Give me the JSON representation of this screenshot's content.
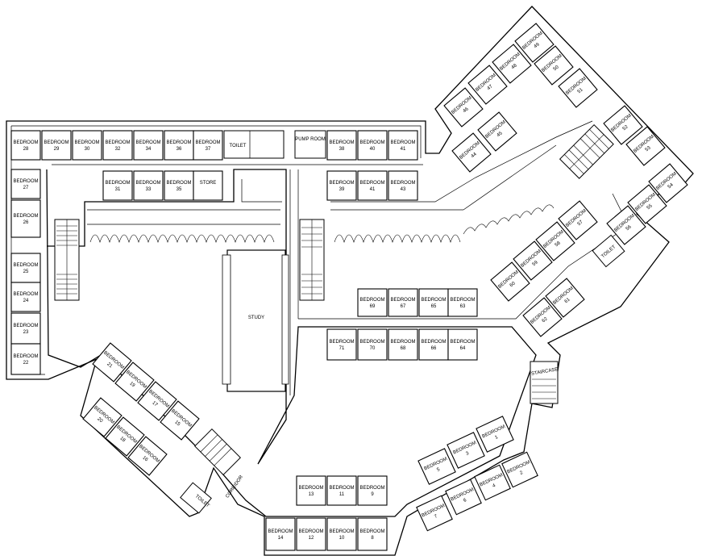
{
  "plan": {
    "room_word": "BEDROOM",
    "labels": {
      "toilet": "TOILET",
      "pump_room": "PUMP ROOM",
      "store": "STORE",
      "study": "STUDY",
      "staircase": "STAIRCASE",
      "corridor": "CORRIDOR"
    },
    "rooms": [
      {
        "n": "28"
      },
      {
        "n": "29"
      },
      {
        "n": "30"
      },
      {
        "n": "32"
      },
      {
        "n": "34"
      },
      {
        "n": "36"
      },
      {
        "n": "37"
      },
      {
        "n": "38"
      },
      {
        "n": "40"
      },
      {
        "n": "41"
      },
      {
        "n": "31"
      },
      {
        "n": "33"
      },
      {
        "n": "35"
      },
      {
        "n": "39"
      },
      {
        "n": "41"
      },
      {
        "n": "43"
      },
      {
        "n": "27"
      },
      {
        "n": "26"
      },
      {
        "n": "25"
      },
      {
        "n": "24"
      },
      {
        "n": "23"
      },
      {
        "n": "22"
      },
      {
        "n": "69"
      },
      {
        "n": "67"
      },
      {
        "n": "65"
      },
      {
        "n": "63"
      },
      {
        "n": "71"
      },
      {
        "n": "70"
      },
      {
        "n": "68"
      },
      {
        "n": "66"
      },
      {
        "n": "64"
      },
      {
        "n": "13"
      },
      {
        "n": "11"
      },
      {
        "n": "9"
      },
      {
        "n": "14"
      },
      {
        "n": "12"
      },
      {
        "n": "10"
      },
      {
        "n": "8"
      },
      {
        "n": "21"
      },
      {
        "n": "19"
      },
      {
        "n": "17"
      },
      {
        "n": "15"
      },
      {
        "n": "20"
      },
      {
        "n": "18"
      },
      {
        "n": "16"
      },
      {
        "n": "5"
      },
      {
        "n": "3"
      },
      {
        "n": "1"
      },
      {
        "n": "7"
      },
      {
        "n": "6"
      },
      {
        "n": "4"
      },
      {
        "n": "2"
      },
      {
        "n": "46"
      },
      {
        "n": "47"
      },
      {
        "n": "48"
      },
      {
        "n": "49"
      },
      {
        "n": "50"
      },
      {
        "n": "51"
      },
      {
        "n": "44"
      },
      {
        "n": "45"
      },
      {
        "n": "52"
      },
      {
        "n": "53"
      },
      {
        "n": "54"
      },
      {
        "n": "55"
      },
      {
        "n": "56"
      },
      {
        "n": "57"
      },
      {
        "n": "58"
      },
      {
        "n": "59"
      },
      {
        "n": "60"
      },
      {
        "n": "61"
      },
      {
        "n": "62"
      }
    ]
  }
}
